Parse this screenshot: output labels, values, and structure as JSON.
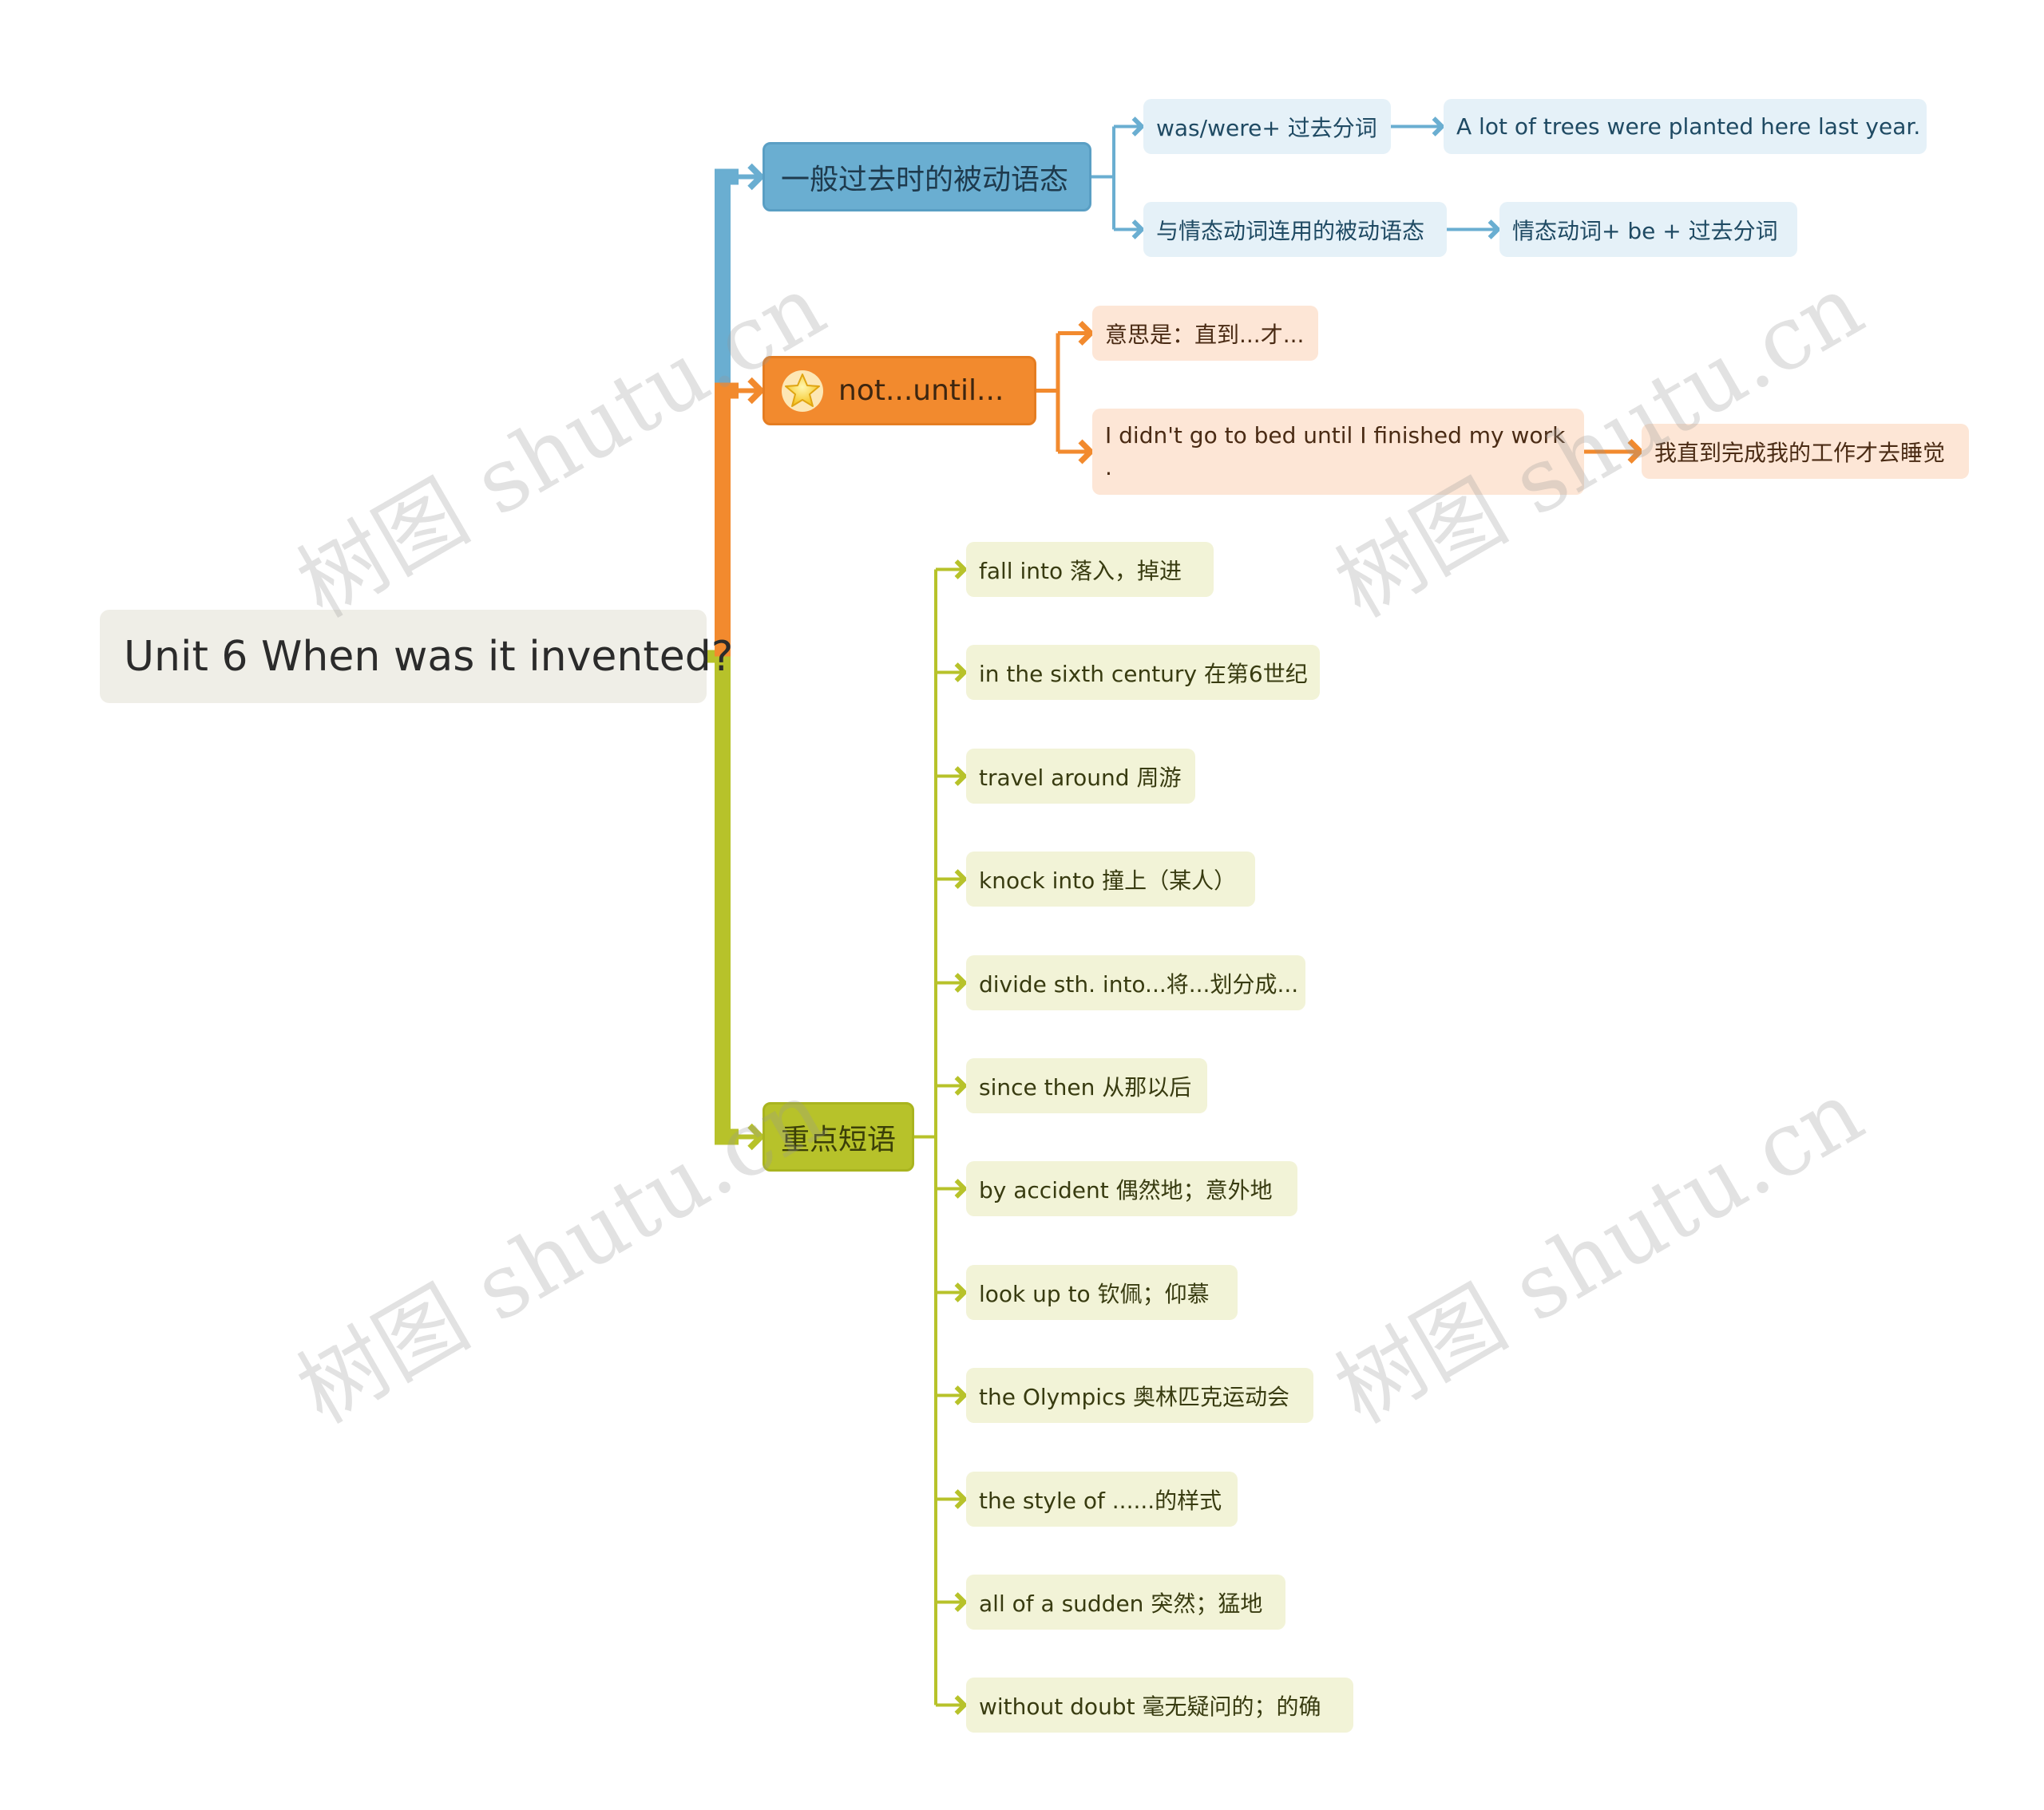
{
  "root": {
    "label": "Unit 6 When was it invented?"
  },
  "colors": {
    "blue": "#6aaed1",
    "orange": "#f28a2e",
    "green": "#b7c22a"
  },
  "branches": [
    {
      "label": "一般过去时的被动语态",
      "color": "blue",
      "children": [
        {
          "label": "was/were+ 过去分词",
          "child": "A lot of trees were planted here last year."
        },
        {
          "label": "与情态动词连用的被动语态",
          "child": "情态动词+ be + 过去分词"
        }
      ]
    },
    {
      "label": "not...until...",
      "icon": "star-icon",
      "color": "orange",
      "children": [
        {
          "label": "意思是：直到...才..."
        },
        {
          "label": "I didn't go to bed until I finished my work .",
          "child": "我直到完成我的工作才去睡觉"
        }
      ]
    },
    {
      "label": "重点短语",
      "color": "green",
      "children": [
        {
          "label": "fall into 落入，掉进"
        },
        {
          "label": "in the sixth century 在第6世纪"
        },
        {
          "label": "travel around 周游"
        },
        {
          "label": "knock into 撞上（某人）"
        },
        {
          "label": "divide sth. into...将...划分成..."
        },
        {
          "label": "since then 从那以后"
        },
        {
          "label": "by accident  偶然地；意外地"
        },
        {
          "label": "look up to  钦佩；仰慕"
        },
        {
          "label": "the Olympics  奥林匹克运动会"
        },
        {
          "label": "the style of  ......的样式"
        },
        {
          "label": "all of a sudden  突然；猛地"
        },
        {
          "label": "without doubt  毫无疑问的；的确"
        }
      ]
    }
  ],
  "watermark": "树图 shutu.cn"
}
